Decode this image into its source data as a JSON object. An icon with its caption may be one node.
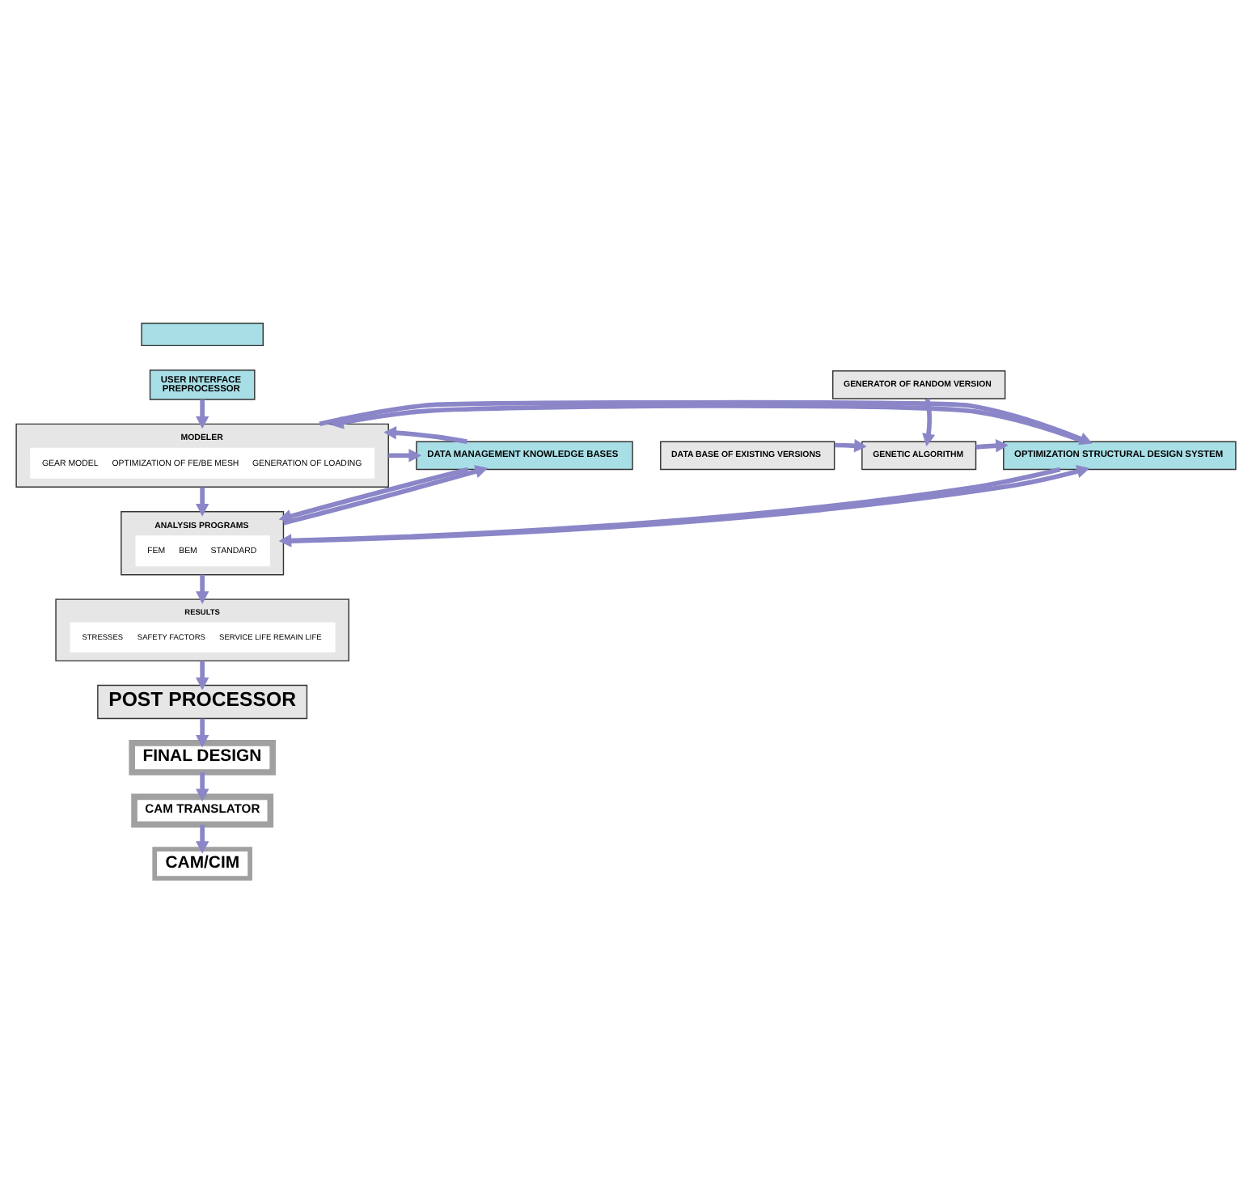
{
  "diagram": {
    "nodes": [
      {
        "text": [],
        "shape": "box"
      },
      {
        "text": [
          "USER INTERFACE",
          "PREPROCESSOR"
        ]
      },
      {
        "text": [
          "MODELER",
          "GEAR MODEL",
          "OPTIMIZATION OF FE/BE MESH",
          "GENERATION OF LOADING"
        ]
      },
      {
        "text": [
          "ANALYSIS PROGRAMS",
          "FEM",
          "BEM",
          "STANDARD"
        ]
      },
      {
        "text": [
          "RESULTS",
          "STRESSES",
          "SAFETY FACTORS",
          "SERVICE LIFE REMAIN LIFE"
        ]
      },
      {
        "text": [
          "OPTIMIZATION STRUCTURAL DESIGN SYSTEM"
        ]
      },
      {
        "text": [
          "DATA MANAGEMENT KNOWLEDGE BASES"
        ]
      },
      {
        "text": [
          "DATA BASE OF EXISTING VERSIONS"
        ]
      },
      {
        "text": [
          "GENERATOR OF RANDOM VERSION"
        ]
      },
      {
        "text": [
          "GENETIC ALGORITHM"
        ]
      },
      {
        "text": [
          "POST PROCESSOR"
        ]
      },
      {
        "text": [
          "FINAL DESIGN"
        ]
      },
      {
        "text": [
          "CAM TRANSLATOR"
        ]
      },
      {
        "text": [
          "CAM/CIM"
        ]
      }
    ],
    "edges": [
      {
        "from": 1,
        "to": 2,
        "arrow": "to"
      },
      {
        "from": 2,
        "to": 3,
        "arrow": "to"
      },
      {
        "from": 3,
        "to": 4,
        "arrow": "to"
      },
      {
        "from": 4,
        "to": 10,
        "arrow": "to"
      },
      {
        "from": 10,
        "to": 11,
        "arrow": "to"
      },
      {
        "from": 11,
        "to": 12,
        "arrow": "to"
      },
      {
        "from": 12,
        "to": 13,
        "arrow": "to"
      },
      {
        "from": 5,
        "to": 2,
        "arrow": "to"
      },
      {
        "from": 2,
        "to": 5,
        "arrow": "to"
      },
      {
        "from": 5,
        "to": 3,
        "arrow": "to"
      },
      {
        "from": 3,
        "to": 5,
        "arrow": "to"
      },
      {
        "from": 2,
        "to": 6,
        "arrow": "to"
      },
      {
        "from": 6,
        "to": 2,
        "arrow": "to"
      },
      {
        "from": 3,
        "to": 6,
        "arrow": "to"
      },
      {
        "from": 6,
        "to": 3,
        "arrow": "to"
      },
      {
        "from": 7,
        "to": 9,
        "arrow": "to"
      },
      {
        "from": 8,
        "to": 9,
        "arrow": "to"
      },
      {
        "from": 9,
        "to": 5,
        "arrow": "to"
      }
    ]
  }
}
